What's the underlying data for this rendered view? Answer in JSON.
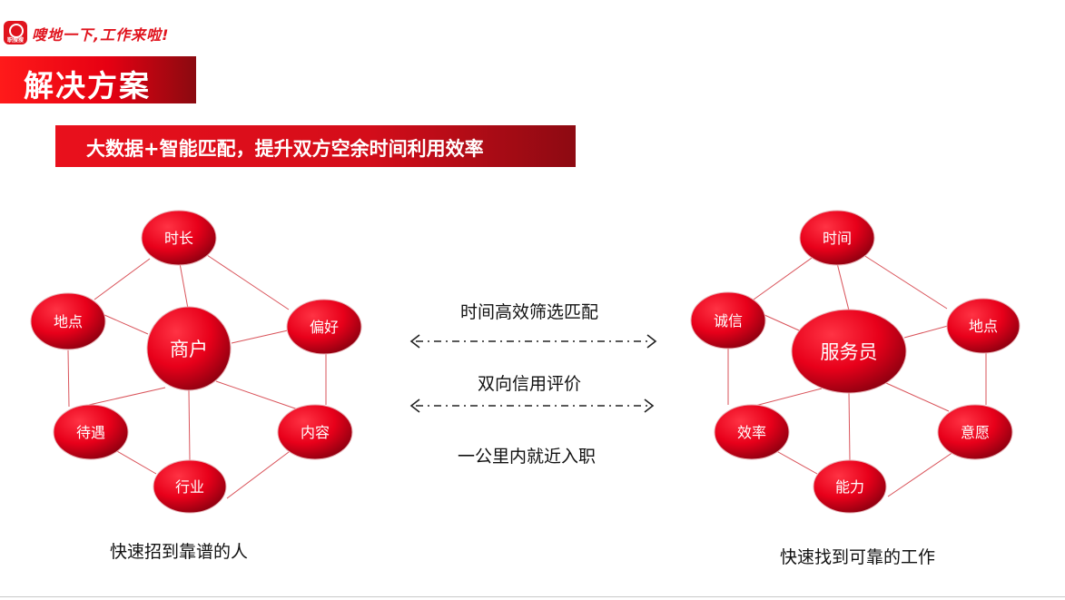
{
  "header": {
    "logo_text": "职搜搜",
    "slogan": "嗖地一下,工作来啦!",
    "brand_color": "#e0141e"
  },
  "title": "解决方案",
  "subtitle": "大数据+智能匹配，提升双方空余时间利用效率",
  "left_graph": {
    "center": "商户",
    "nodes": [
      "时长",
      "地点",
      "偏好",
      "待遇",
      "内容",
      "行业"
    ],
    "caption": "快速招到靠谱的人"
  },
  "right_graph": {
    "center": "服务员",
    "nodes": [
      "时间",
      "诚信",
      "地点",
      "效率",
      "意愿",
      "能力"
    ],
    "caption": "快速找到可靠的工作"
  },
  "middle": {
    "labels": [
      "时间高效筛选匹配",
      "双向信用评价",
      "一公里内就近入职"
    ]
  },
  "colors": {
    "node_light": "#ff2a3a",
    "node_dark": "#8e0010",
    "edge": "#d9535a"
  }
}
